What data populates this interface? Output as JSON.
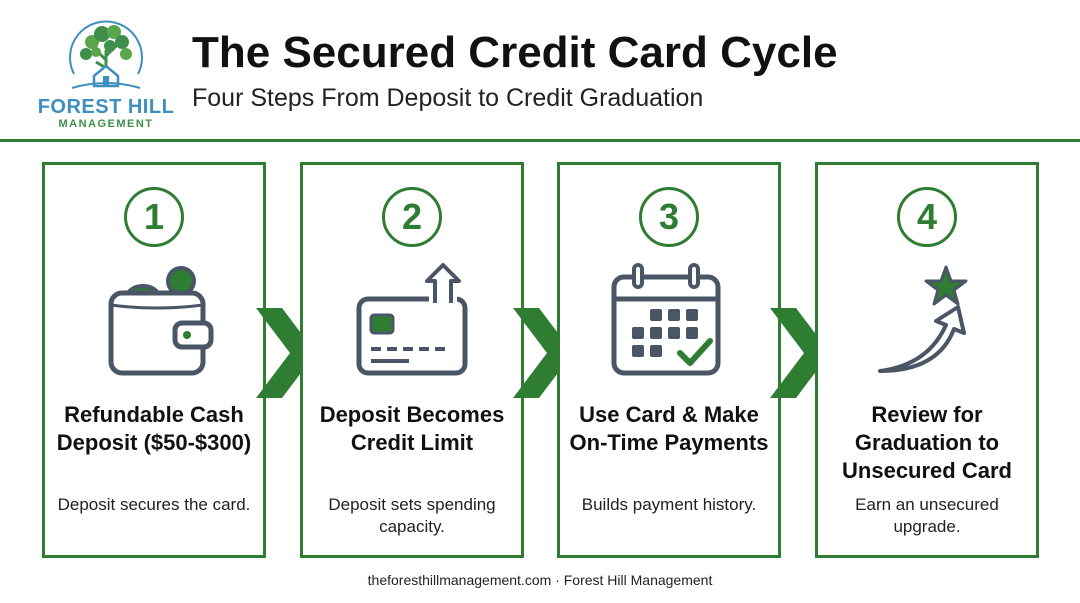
{
  "header": {
    "logo_name": "FOREST HILL",
    "logo_sub": "MANAGEMENT",
    "title": "The Secured Credit Card Cycle",
    "subtitle": "Four Steps From Deposit to Credit Graduation"
  },
  "colors": {
    "accent": "#2e7d32",
    "icon_stroke": "#4a5566",
    "logo_blue": "#3d8fbf"
  },
  "steps": [
    {
      "number": "1",
      "icon": "wallet-coins-icon",
      "title": "Refundable Cash Deposit ($50-$300)",
      "description": "Deposit secures the card."
    },
    {
      "number": "2",
      "icon": "credit-card-arrow-icon",
      "title": "Deposit Becomes Credit Limit",
      "description": "Deposit sets spending capacity."
    },
    {
      "number": "3",
      "icon": "calendar-check-icon",
      "title": "Use Card & Make On-Time Payments",
      "description": "Builds payment history."
    },
    {
      "number": "4",
      "icon": "star-arrow-icon",
      "title": "Review for Graduation to Unsecured Card",
      "description": "Earn an unsecured upgrade."
    }
  ],
  "footer": {
    "text": "theforesthillmanagement.com · Forest Hill Management"
  }
}
